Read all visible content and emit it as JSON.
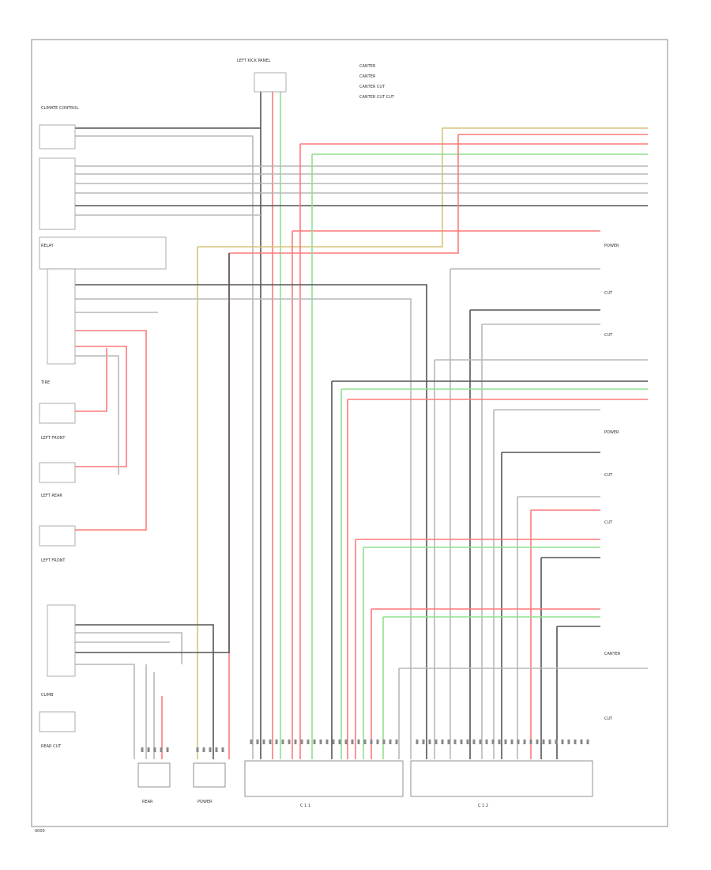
{
  "colors": {
    "red": "#ff7a7a",
    "green": "#8fe08f",
    "yellow": "#d8c47a",
    "black": "#555555",
    "gray": "#b8b8b8",
    "frame": "#888888"
  },
  "labels": {
    "top_connector": "LEFT KICK PANEL",
    "legend_1": "CANTER",
    "legend_2": "CANTER",
    "legend_3": "CANTER CUT",
    "legend_4": "CANTER CUT CUT",
    "left_1": "CLIMATE CONTROL",
    "left_2": "RELAY",
    "left_3": "TIRE",
    "left_4": "LEFT FRONT",
    "left_5": "LEFT REAR",
    "left_6": "LEFT FRONT",
    "left_7": "CLIMB",
    "left_8": "REAR CUT",
    "bottom_1": "REAR",
    "bottom_2": "POWER",
    "bottom_3": "C 1 1",
    "bottom_4": "C 1 2",
    "right_1": "POWER",
    "right_2": "CUT",
    "right_3": "CUT",
    "right_4": "POWER",
    "right_5": "CUT",
    "right_6": "CUT",
    "right_7": "CANTER",
    "right_8": "CUT",
    "footer": "0000"
  }
}
